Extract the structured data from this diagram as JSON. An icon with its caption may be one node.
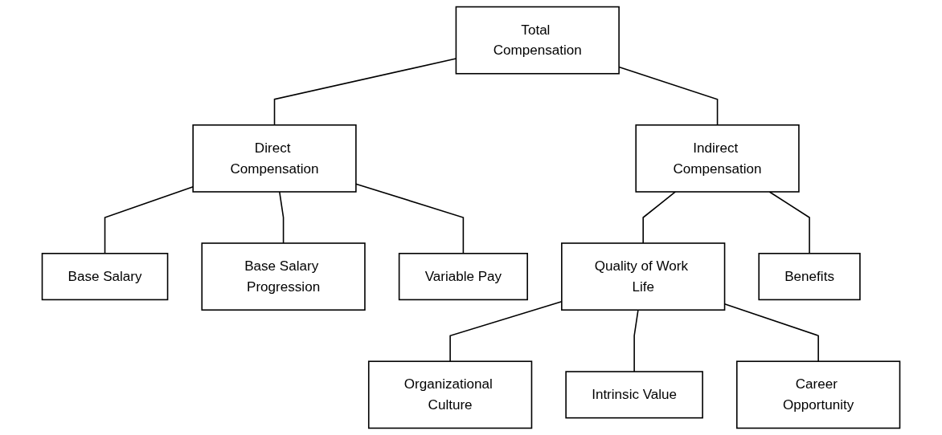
{
  "diagram": {
    "nodes": [
      {
        "text": [
          "Total Compensation"
        ]
      },
      {
        "text": [
          "Direct Compensation"
        ]
      },
      {
        "text": [
          "Indirect Compensation"
        ]
      },
      {
        "text": [
          "Base Salary"
        ]
      },
      {
        "text": [
          "Base Salary Progression"
        ]
      },
      {
        "text": [
          "Variable Pay"
        ]
      },
      {
        "text": [
          "Quality of Work Life"
        ]
      },
      {
        "text": [
          "Benefits"
        ]
      },
      {
        "text": [
          "Organizational Culture"
        ]
      },
      {
        "text": [
          "Intrinsic Value"
        ]
      },
      {
        "text": [
          "Career Opportunity"
        ]
      }
    ],
    "edges": [
      {
        "from": 0,
        "to": 1,
        "arrow": "none"
      },
      {
        "from": 0,
        "to": 2,
        "arrow": "none"
      },
      {
        "from": 1,
        "to": 3,
        "arrow": "none"
      },
      {
        "from": 1,
        "to": 4,
        "arrow": "none"
      },
      {
        "from": 1,
        "to": 5,
        "arrow": "none"
      },
      {
        "from": 2,
        "to": 6,
        "arrow": "none"
      },
      {
        "from": 2,
        "to": 7,
        "arrow": "none"
      },
      {
        "from": 6,
        "to": 8,
        "arrow": "none"
      },
      {
        "from": 6,
        "to": 9,
        "arrow": "none"
      },
      {
        "from": 6,
        "to": 10,
        "arrow": "none"
      }
    ]
  }
}
